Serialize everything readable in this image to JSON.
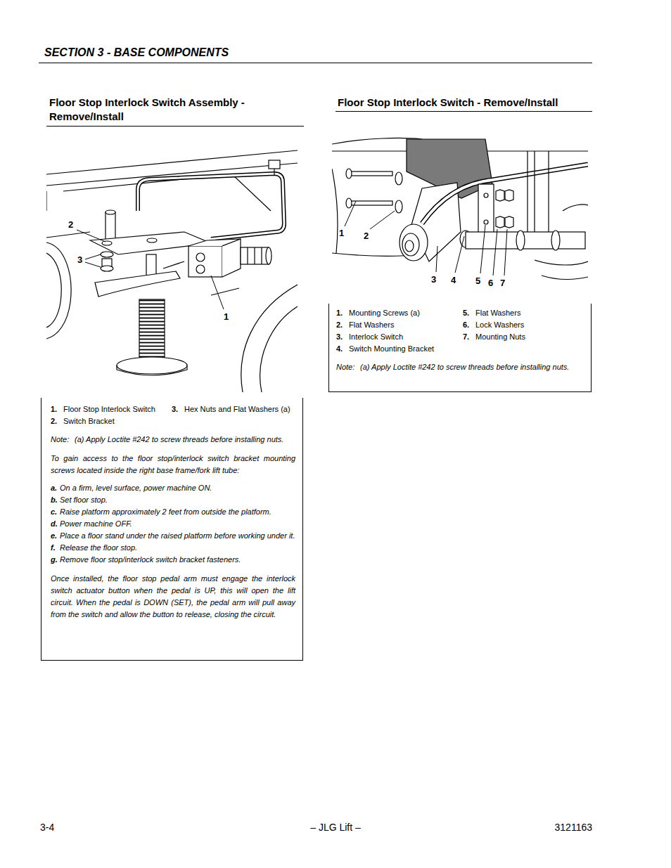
{
  "diagram": {
    "nodes": [
      {
        "text": [
          "1.",
          "Floor Stop Interlock Switch",
          "3.",
          "Hex Nuts and Flat Washers (a)",
          "2.",
          "Switch Bracket",
          "Note:",
          "(a) Apply Loctite #242 to screw threads before installing nuts.",
          "To gain access to the floor stop/interlock switch bracket mounting screws located inside the right base frame/fork lift tube:",
          "a.",
          "On a firm, level surface, power machine ON.",
          "b.",
          "Set floor stop.",
          "c.",
          "Raise platform approximately 2 feet from outside the platform.",
          "d.",
          "Power machine OFF.",
          "e.",
          "Place a floor stand under the raised platform before working under it.",
          "f.",
          "Release the floor stop.",
          "g.",
          "Remove floor stop/interlock switch bracket fasteners.",
          "Once installed, the floor stop pedal arm must engage the interlock switch actuator button when the pedal is UP, this will open the lift circuit. When the pedal is DOWN (SET), the pedal arm will pull away from the switch and allow the button to release, closing the circuit."
        ]
      },
      {
        "text": [
          "1.",
          "Mounting Screws (a)",
          "5.",
          "Flat Washers",
          "2.",
          "Flat Washers",
          "6.",
          "Lock Washers",
          "3.",
          "Interlock Switch",
          "7.",
          "Mounting Nuts",
          "4.",
          "Switch Mounting Bracket",
          "Note:",
          "(a) Apply Loctite #242 to screw threads before installing nuts."
        ]
      }
    ],
    "labels": [
      "SECTION 3 - BASE COMPONENTS",
      "Floor Stop Interlock Switch Assembly - Remove/Install",
      "Floor Stop Interlock Switch - Remove/Install",
      "2",
      "3",
      "1",
      "1",
      "2",
      "3",
      "4",
      "5",
      "6",
      "7",
      "3-4",
      "– JLG Lift –",
      "3121163"
    ]
  }
}
